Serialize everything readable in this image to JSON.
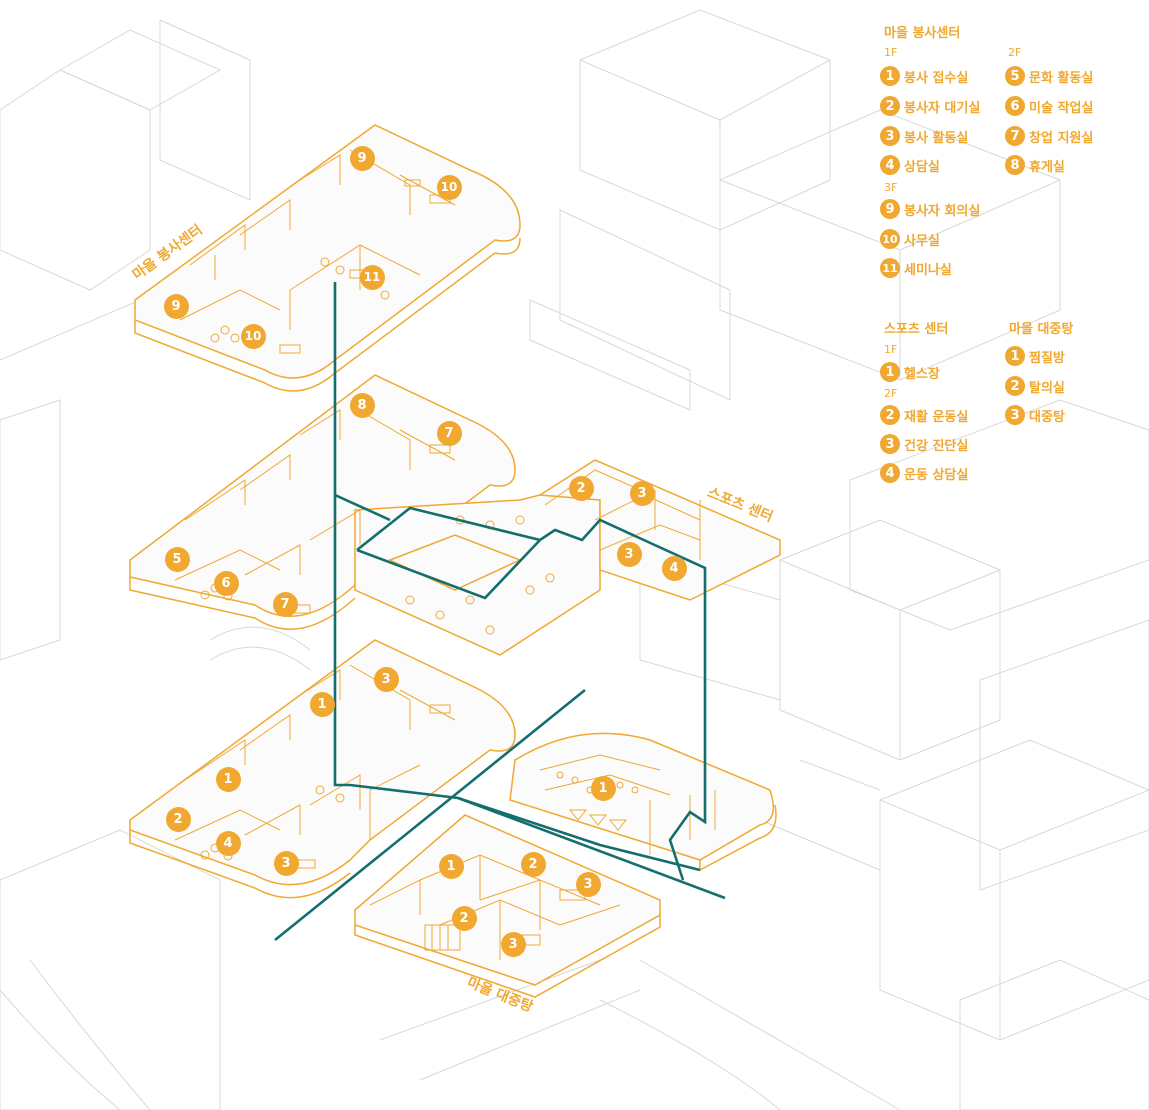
{
  "colors": {
    "accent": "#F0A830",
    "path": "#146E6E",
    "context": "#D6D6D6"
  },
  "building_labels": {
    "volunteer": "마을 봉사센터",
    "sports": "스포츠 센터",
    "bathhouse": "마을 대중탕"
  },
  "legend": {
    "volunteer": {
      "title": "마을 봉사센터",
      "f1": "1F",
      "f2": "2F",
      "f3": "3F",
      "items": [
        {
          "num": "1",
          "label": "봉사 접수실"
        },
        {
          "num": "2",
          "label": "봉사자 대기실"
        },
        {
          "num": "3",
          "label": "봉사 활동실"
        },
        {
          "num": "4",
          "label": "상담실"
        },
        {
          "num": "5",
          "label": "문화 활동실"
        },
        {
          "num": "6",
          "label": "미술 작업실"
        },
        {
          "num": "7",
          "label": "창업 지원실"
        },
        {
          "num": "8",
          "label": "휴게실"
        },
        {
          "num": "9",
          "label": "봉사자 회의실"
        },
        {
          "num": "10",
          "label": "사무실"
        },
        {
          "num": "11",
          "label": "세미나실"
        }
      ]
    },
    "sports": {
      "title": "스포츠 센터",
      "f1": "1F",
      "f2": "2F",
      "items": [
        {
          "num": "1",
          "label": "헬스장"
        },
        {
          "num": "2",
          "label": "재활 운동실"
        },
        {
          "num": "3",
          "label": "건강 진단실"
        },
        {
          "num": "4",
          "label": "운동 상담실"
        }
      ]
    },
    "bathhouse": {
      "title": "마을 대중탕",
      "items": [
        {
          "num": "1",
          "label": "찜질방"
        },
        {
          "num": "2",
          "label": "탈의실"
        },
        {
          "num": "3",
          "label": "대중탕"
        }
      ]
    }
  },
  "map_badges": [
    "9",
    "10",
    "9",
    "10",
    "11",
    "8",
    "7",
    "5",
    "6",
    "7",
    "2",
    "3",
    "3",
    "4",
    "3",
    "1",
    "1",
    "2",
    "4",
    "3",
    "1",
    "1",
    "2",
    "3",
    "2",
    "3"
  ]
}
